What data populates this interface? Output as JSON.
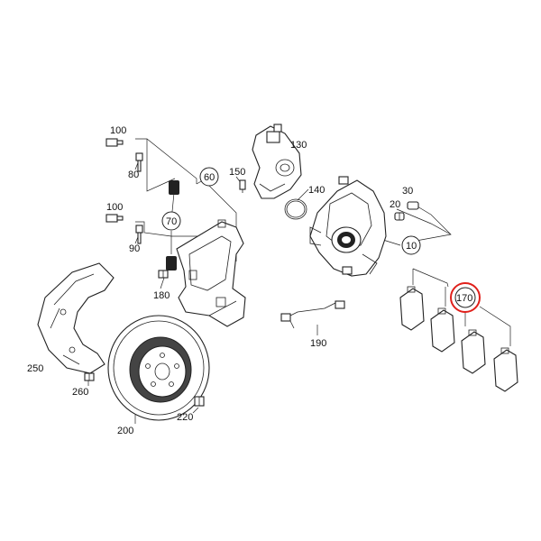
{
  "diagram": {
    "labels": {
      "l100a": "100",
      "l80": "80",
      "l130": "130",
      "l150": "150",
      "l60": "60",
      "l140": "140",
      "l30": "30",
      "l20": "20",
      "l100b": "100",
      "l70": "70",
      "l90": "90",
      "l10": "10",
      "l180": "180",
      "l170": "170",
      "l190": "190",
      "l250": "250",
      "l260": "260",
      "l220": "220",
      "l200": "200"
    },
    "highlight_color": "#e0201b",
    "line_color": "#222222"
  }
}
